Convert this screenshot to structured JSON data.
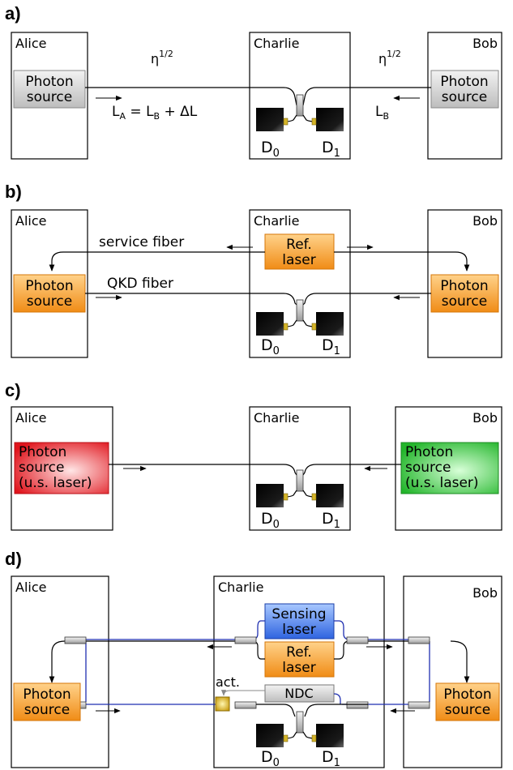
{
  "panels": {
    "a": {
      "label": "a)",
      "alice": "Alice",
      "charlie": "Charlie",
      "bob": "Bob",
      "alice_source": [
        "Photon",
        "source"
      ],
      "bob_source": [
        "Photon",
        "source"
      ],
      "eta_left": "η1/2",
      "eta_right": "η1/2",
      "la_formula": "LA = LB + ΔL",
      "lb": "LB",
      "d0": "D0",
      "d1": "D1"
    },
    "b": {
      "label": "b)",
      "alice": "Alice",
      "charlie": "Charlie",
      "bob": "Bob",
      "service_fiber": "service fiber",
      "qkd_fiber": "QKD fiber",
      "ref_laser": [
        "Ref.",
        "laser"
      ],
      "alice_source": [
        "Photon",
        "source"
      ],
      "bob_source": [
        "Photon",
        "source"
      ],
      "d0": "D0",
      "d1": "D1"
    },
    "c": {
      "label": "c)",
      "alice": "Alice",
      "charlie": "Charlie",
      "bob": "Bob",
      "alice_source": [
        "Photon",
        "source",
        "(u.s. laser)"
      ],
      "bob_source": [
        "Photon",
        "source",
        "(u.s. laser)"
      ],
      "d0": "D0",
      "d1": "D1"
    },
    "d": {
      "label": "d)",
      "alice": "Alice",
      "charlie": "Charlie",
      "bob": "Bob",
      "sensing_laser": [
        "Sensing",
        "laser"
      ],
      "ref_laser": [
        "Ref.",
        "laser"
      ],
      "ndc": "NDC",
      "act": "act.",
      "alice_source": [
        "Photon",
        "source"
      ],
      "bob_source": [
        "Photon",
        "source"
      ],
      "d0": "D0",
      "d1": "D1"
    }
  },
  "colors": {
    "gray_source": "#dcdcdc",
    "orange_source": "#f7a43a",
    "red_source": "#e8232b",
    "green_source": "#35c43a",
    "blue_laser": "#3c76e8",
    "fiber_blue": "#1f2fb0",
    "actuator": "#d8b21c"
  }
}
